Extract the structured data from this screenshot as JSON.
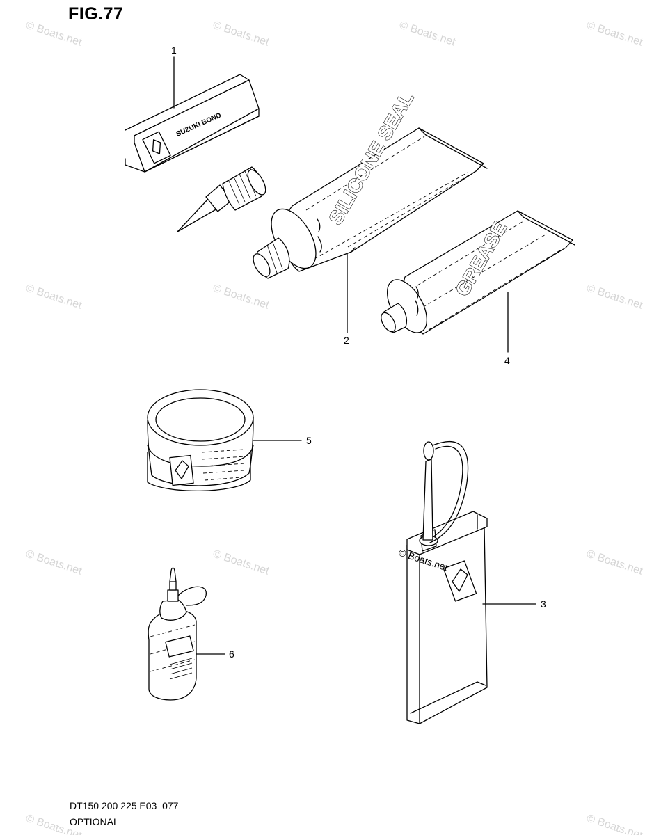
{
  "figure": {
    "title": "FIG.77",
    "code": "DT150 200 225 E03_077",
    "section": "OPTIONAL"
  },
  "watermark": "© Boats.net",
  "parts": [
    {
      "callout": "1",
      "label": "SUZUKI BOND"
    },
    {
      "callout": "2",
      "label": "SILICONE SEAL"
    },
    {
      "callout": "3",
      "label": ""
    },
    {
      "callout": "4",
      "label": "GREASE"
    },
    {
      "callout": "5",
      "label": ""
    },
    {
      "callout": "6",
      "label": ""
    }
  ]
}
